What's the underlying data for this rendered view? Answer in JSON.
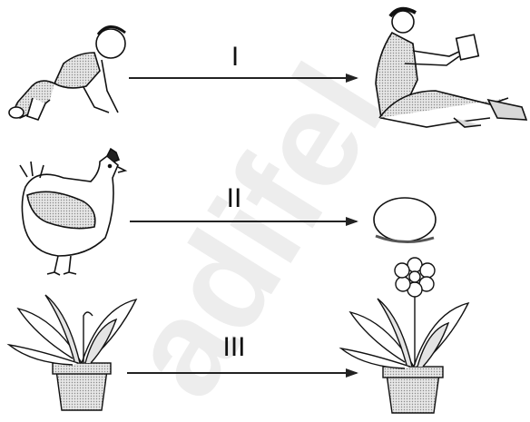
{
  "rows": [
    {
      "id": "I",
      "label": "I",
      "left": "crawling-baby",
      "right": "adult-reading"
    },
    {
      "id": "II",
      "label": "II",
      "left": "hen",
      "right": "egg"
    },
    {
      "id": "III",
      "label": "III",
      "left": "potted-plant",
      "right": "potted-plant-with-flower"
    }
  ],
  "watermark": "adifel",
  "colors": {
    "ink": "#111111",
    "shade": "#c8c8c8",
    "pot": "#bdbdbd"
  }
}
